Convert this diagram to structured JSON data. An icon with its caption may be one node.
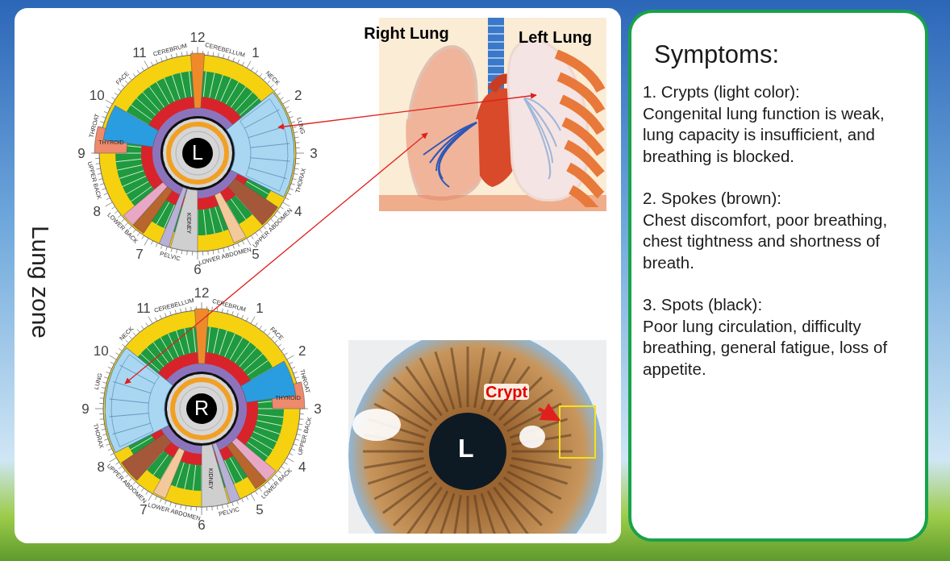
{
  "diagram": {
    "nodes": [
      {
        "text": [
          "L"
        ]
      },
      {
        "text": [],
        "shape": "picture",
        "in": 0
      },
      {
        "text": [],
        "shape": "picture"
      },
      {
        "text": [],
        "shape": "picture",
        "in": 2
      },
      {
        "text": [
          "Left Lung"
        ],
        "in": 2
      },
      {
        "text": [
          "R"
        ]
      },
      {
        "text": [],
        "shape": "picture",
        "in": 5
      },
      {
        "text": [
          "L"
        ]
      },
      {
        "text": [],
        "shape": "box",
        "in": 7
      },
      {
        "text": [
          "Crypt"
        ],
        "in": 7
      },
      {
        "text": [
          "Symptoms:",
          "1. Crypts (light color):",
          "Congenital lung function is weak, lung capacity is insufficient, and breathing is blocked.",
          "2. Spokes (brown):",
          "Chest discomfort, poor breathing, chest tightness and shortness of breath.",
          "3. Spots (black):",
          "Poor lung circulation, difficulty breathing, general fatigue, loss of appetite."
        ]
      }
    ],
    "edges": [
      {
        "from": 1,
        "to": 4,
        "arrow": "both"
      },
      {
        "from": 6,
        "to": 3,
        "arrow": "both"
      },
      {
        "from": 9,
        "to": 8,
        "arrow": "to",
        "style": "thick"
      }
    ],
    "labels": [
      "Lung zone",
      "11",
      "CEREBRUM",
      "12",
      "CEREBELLUM",
      "1",
      "NECK",
      "2",
      "LUNG",
      "3",
      "THORAX",
      "4",
      "UPPER ABDOMEN",
      "5",
      "LOWER ABDOMEN",
      "6",
      "PELVIC",
      "7",
      "LOWER BACK",
      "8",
      "UPPER BACK",
      "9",
      "THROAT",
      "10",
      "FACE",
      "THYROID",
      "KIDNEY",
      "11",
      "CEREBELLUM",
      "12",
      "CEREBRUM",
      "1",
      "FACE",
      "2",
      "THROAT",
      "3",
      "UPPER BACK",
      "4",
      "LOWER BACK",
      "5",
      "PELVIC",
      "6",
      "LOWER ABDOMEN",
      "7",
      "UPPER ABDOMEN",
      "8",
      "THORAX",
      "9",
      "LUNG",
      "10",
      "NECK",
      "THYROID",
      "KIDNEY",
      "Right Lung"
    ]
  }
}
